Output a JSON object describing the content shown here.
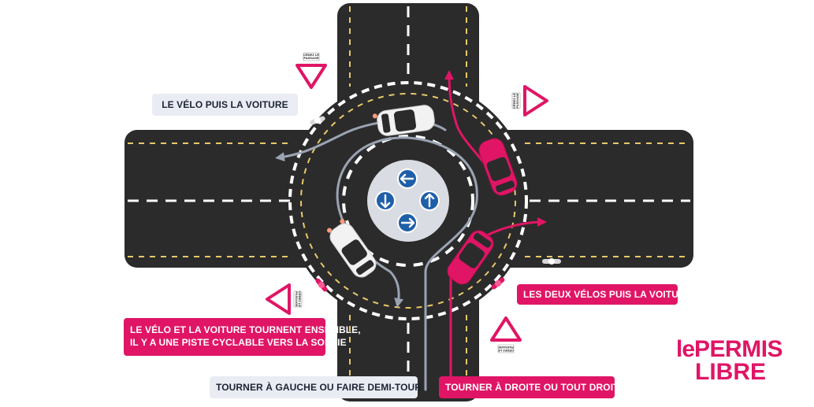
{
  "labels": {
    "velo_puis_voiture": "LE VÉLO PUIS LA VOITURE",
    "deux_velos": "LES DEUX VÉLOS PUIS LA VOITURE",
    "ensemble_line1": "LE VÉLO ET LA VOITURE TOURNENT ENSEMBLE,",
    "ensemble_line2": "IL Y A UNE PISTE CYCLABLE VERS LA SORTIE",
    "gauche": "TOURNER À GAUCHE OU FAIRE DEMI-TOUR",
    "droite": "TOURNER À DROITE OU TOUT DROIT"
  },
  "signs": {
    "text_line1": "CÉDEZ LE",
    "text_line2": "PASSAGE"
  },
  "brand": {
    "prefix": "le",
    "word1": "PERMIS",
    "word2": "LIBRE"
  },
  "icons": {
    "arrow_up": "arrow-up-icon",
    "arrow_down": "arrow-down-icon",
    "arrow_left": "arrow-left-icon",
    "arrow_right": "arrow-right-icon",
    "bicycle": "bicycle-icon",
    "car": "car-icon",
    "yield_sign": "yield-sign-icon"
  },
  "colors": {
    "road": "#2b2b2b",
    "island": "#d9dce2",
    "sign_blue": "#1f5fa8",
    "pink": "#e01565",
    "grey_path": "#9aa3b2",
    "label_grey": "#e9ecf3",
    "lane_yellow": "#e8c96a",
    "car_white": "#f2f2f2"
  }
}
